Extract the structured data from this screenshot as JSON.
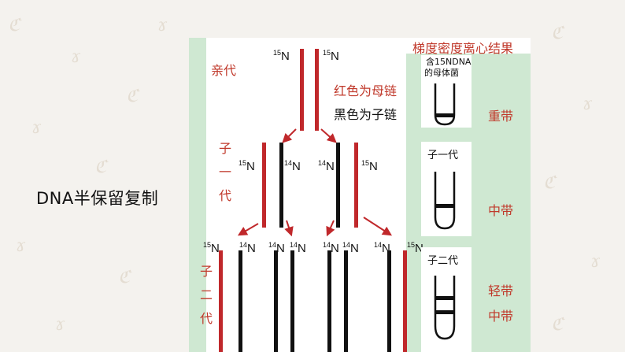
{
  "title": "DNA半保留复制",
  "heading": "梯度密度离心结果",
  "generations": {
    "parent": "亲代",
    "gen1": "子一代",
    "gen2": "子二代"
  },
  "isotopes": {
    "n15": "15",
    "n14": "14",
    "symbol": "N"
  },
  "legend": {
    "red": "红色为母链",
    "black": "黑色为子链"
  },
  "tubes": [
    {
      "label_line1": "含15NDNA",
      "label_line2": "的母体菌",
      "band": "重带"
    },
    {
      "label_line1": "子一代",
      "label_line2": "",
      "band": "中带"
    },
    {
      "label_line1": "子二代",
      "label_line2": "",
      "band": "轻带",
      "band2": "中带"
    }
  ],
  "colors": {
    "parent_strand": "#c0282b",
    "daughter_strand": "#111111",
    "label_red": "#c0392b",
    "panel_green": "#cfe8d2"
  }
}
